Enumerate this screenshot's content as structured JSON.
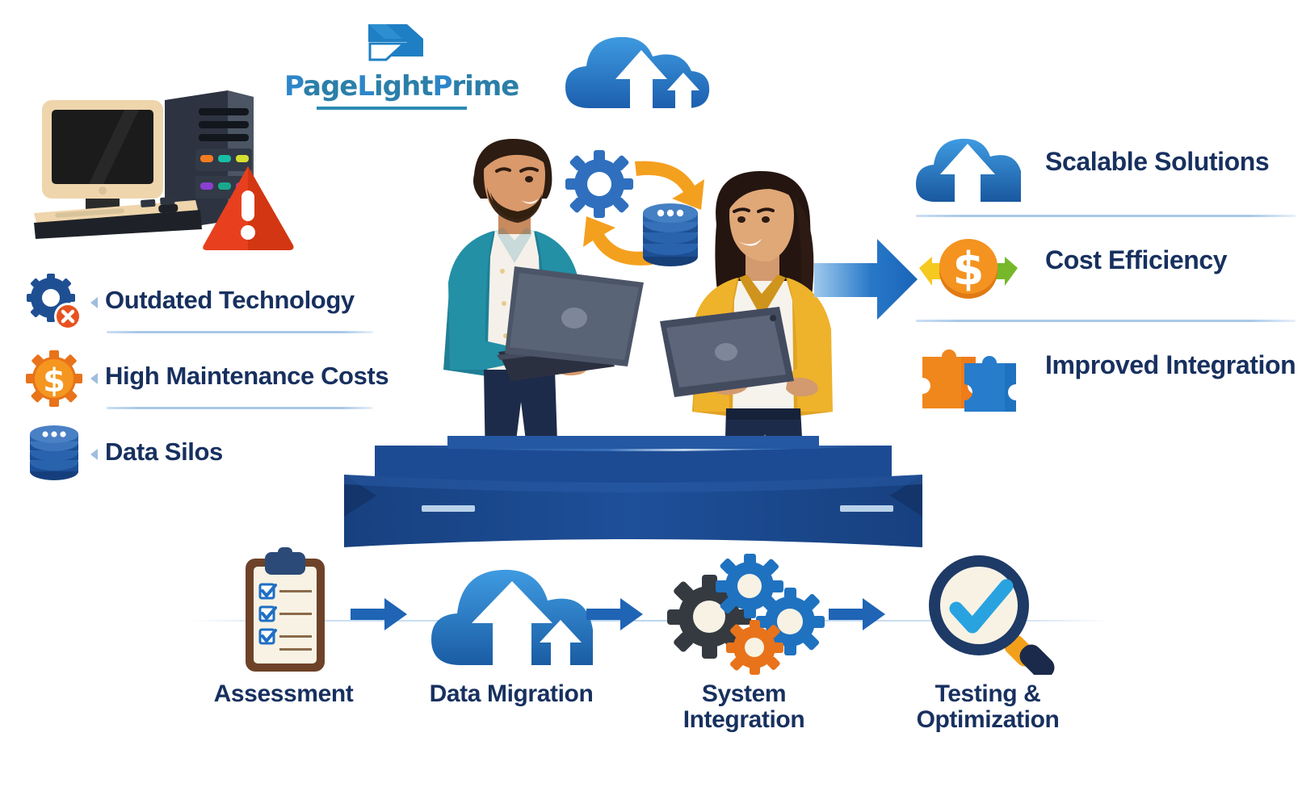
{
  "brand": {
    "name": "PageLightPrime",
    "name_parts": [
      "P",
      "age",
      "L",
      "ight",
      "P",
      "rime"
    ],
    "logo_icon": "chevron-bracket-logo-mark",
    "text_color": "#2b7fa8",
    "cap_color": "#2d86c9",
    "underline_color": "#2b8bb5"
  },
  "theme": {
    "navy_text": "#17305f",
    "divider": "#a9c8e8",
    "brand_blue": "#1f64b5",
    "accent_orange": "#f39019",
    "ribbon_blue": "#1c4a8f",
    "background": "#ffffff"
  },
  "left": {
    "legacy_icon": "old-desktop-computer-icon",
    "warning_icon": "warning-triangle-icon",
    "items": [
      {
        "label": "Outdated Technology",
        "icon": "gear-error-icon",
        "bullet": "left-triangle-bullet"
      },
      {
        "label": "High Maintenance Costs",
        "icon": "dollar-gear-icon",
        "bullet": "left-triangle-bullet"
      },
      {
        "label": "Data Silos",
        "icon": "database-stack-icon",
        "bullet": "left-triangle-bullet"
      }
    ]
  },
  "center": {
    "cloud_icon": "cloud-upload-icon",
    "gear_icon": "gear-icon",
    "database_icon": "database-stack-icon",
    "sync_arrows_icon": "circular-sync-arrows-icon",
    "people_illustration": "two-professionals-with-laptop-and-tablet-illustration",
    "transition_arrow_icon": "right-arrow-icon",
    "ribbon": {
      "icon": "blue-banner-ribbon",
      "text": ""
    }
  },
  "right": {
    "items": [
      {
        "label": "Scalable Solutions",
        "icon": "cloud-upload-icon"
      },
      {
        "label": "Cost Efficiency",
        "icon": "dollar-coin-exchange-icon"
      },
      {
        "label": "Improved Integration",
        "icon": "puzzle-pieces-icon"
      }
    ]
  },
  "process": {
    "connector_icon": "right-arrow-icon",
    "steps": [
      {
        "label": "Assessment",
        "icon": "clipboard-checklist-icon"
      },
      {
        "label": "Data Migration",
        "icon": "cloud-upload-icon"
      },
      {
        "label": "System Integration",
        "icon": "gears-cluster-icon"
      },
      {
        "label": "Testing & Optimization",
        "icon": "magnifier-checkmark-icon"
      }
    ]
  }
}
